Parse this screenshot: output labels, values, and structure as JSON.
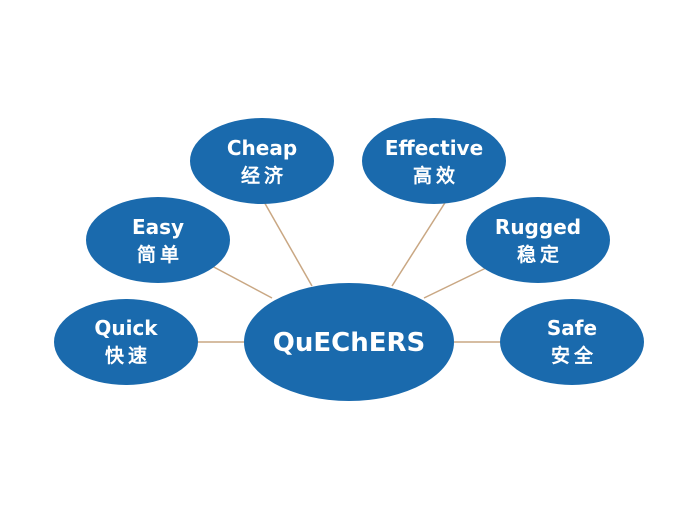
{
  "colors": {
    "node_fill": "#1a6aad",
    "connector": "#c9a783",
    "text": "#ffffff",
    "background": "#ffffff"
  },
  "center": {
    "label": "QuEChERS"
  },
  "nodes": [
    {
      "id": "quick",
      "label_en": "Quick",
      "label_zh": "快速"
    },
    {
      "id": "easy",
      "label_en": "Easy",
      "label_zh": "简单"
    },
    {
      "id": "cheap",
      "label_en": "Cheap",
      "label_zh": "经济"
    },
    {
      "id": "effective",
      "label_en": "Effective",
      "label_zh": "高效"
    },
    {
      "id": "rugged",
      "label_en": "Rugged",
      "label_zh": "稳定"
    },
    {
      "id": "safe",
      "label_en": "Safe",
      "label_zh": "安全"
    }
  ]
}
